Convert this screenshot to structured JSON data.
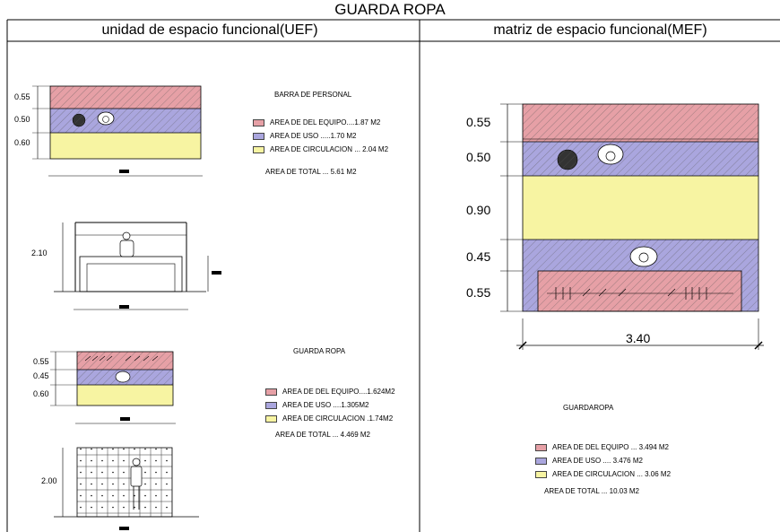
{
  "title": "GUARDA ROPA",
  "headers": {
    "left": "unidad de espacio funcional(UEF)",
    "right": "matriz de espacio funcional(MEF)"
  },
  "colors": {
    "equipo": "#e6a0a6",
    "uso": "#aaa6de",
    "circulacion": "#f7f4a2"
  },
  "barra": {
    "heading": "BARRA DE PERSONAL",
    "dims": [
      "0.55",
      "0.50",
      "0.60"
    ],
    "elev_height": "2.10",
    "legend": [
      {
        "label": "AREA DE DEL EQUIPO....1.87 M2",
        "kind": "equipo"
      },
      {
        "label": "AREA DE USO .....1.70 M2",
        "kind": "uso"
      },
      {
        "label": "AREA DE CIRCULACION ... 2.04 M2",
        "kind": "circulacion"
      }
    ],
    "total": "AREA DE TOTAL ... 5.61 M2"
  },
  "guarda": {
    "heading": "GUARDA ROPA",
    "dims": [
      "0.55",
      "0.45",
      "0.60"
    ],
    "elev_height": "2.00",
    "legend": [
      {
        "label": "AREA DE DEL EQUIPO....1.624M2",
        "kind": "equipo"
      },
      {
        "label": "AREA DE USO ....1.305M2",
        "kind": "uso"
      },
      {
        "label": "AREA DE CIRCULACION .1.74M2",
        "kind": "circulacion"
      }
    ],
    "total": "AREA DE TOTAL ... 4.469 M2"
  },
  "matriz": {
    "dims": [
      "0.55",
      "0.50",
      "0.90",
      "0.45",
      "0.55"
    ],
    "width": "3.40",
    "heading": "GUARDAROPA",
    "legend": [
      {
        "label": "AREA DE DEL EQUIPO ... 3.494 M2",
        "kind": "equipo"
      },
      {
        "label": "AREA DE USO .... 3.476 M2",
        "kind": "uso"
      },
      {
        "label": "AREA DE CIRCULACION ... 3.06 M2",
        "kind": "circulacion"
      }
    ],
    "total": "AREA DE TOTAL ... 10.03 M2"
  }
}
